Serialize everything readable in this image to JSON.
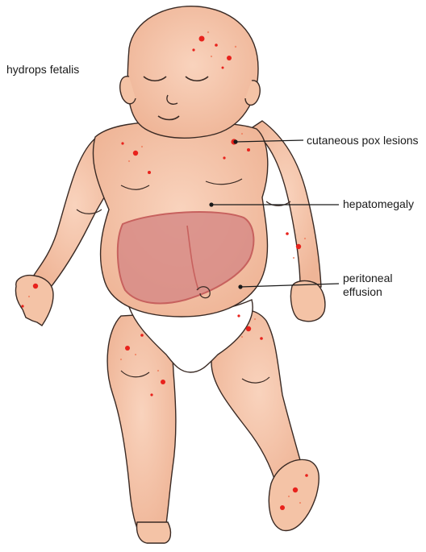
{
  "title": "hydrops fetalis",
  "labels": {
    "cutaneous_pox_lesions": "cutaneous pox lesions",
    "hepatomegaly": "hepatomegaly",
    "peritoneal_effusion_line1": "peritoneal",
    "peritoneal_effusion_line2": "effusion"
  },
  "colors": {
    "skin": "#f4c3a6",
    "skin_shadow": "#e8a98a",
    "outline": "#3a2a24",
    "liver_fill": "#d78b86",
    "liver_edge": "#c7615e",
    "lesion": "#e8221c",
    "diaper": "#ffffff",
    "leader_line": "#1a1a1a"
  }
}
